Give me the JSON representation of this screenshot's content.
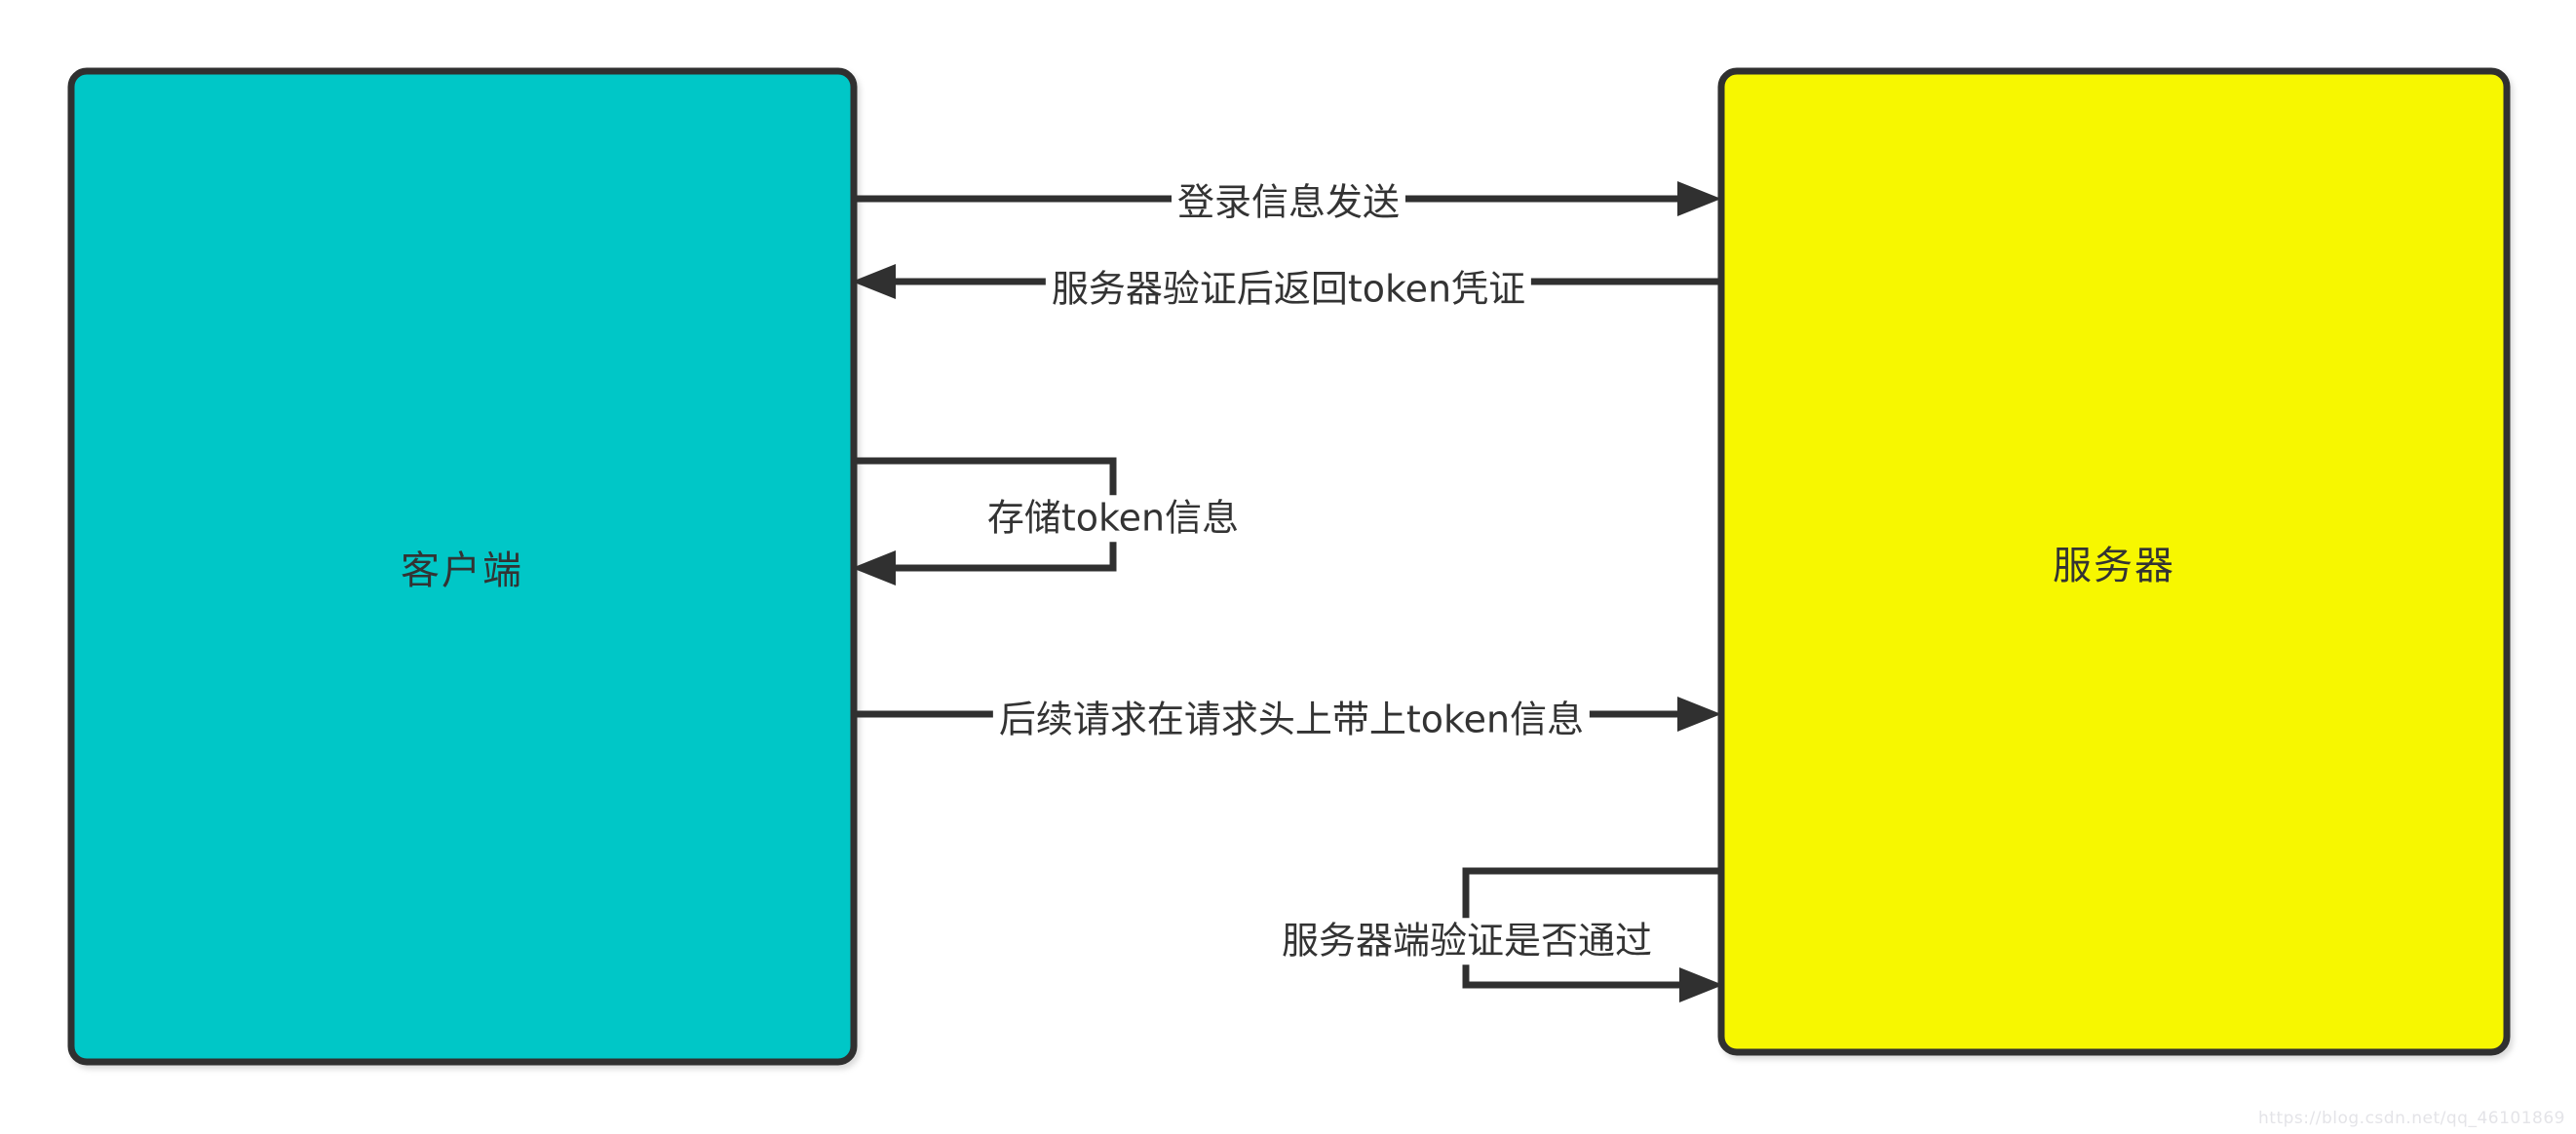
{
  "diagram": {
    "client": {
      "label": "客户端",
      "fill": "#00C7C7"
    },
    "server": {
      "label": "服务器",
      "fill": "#F7F700"
    },
    "stroke_color": "#303030",
    "arrows": [
      {
        "id": "login-send",
        "label": "登录信息发送",
        "from": "client",
        "to": "server"
      },
      {
        "id": "token-return",
        "label": "服务器验证后返回token凭证",
        "from": "server",
        "to": "client"
      },
      {
        "id": "store-token",
        "label": "存储token信息",
        "from": "client",
        "to": "client"
      },
      {
        "id": "subsequent-request",
        "label": "后续请求在请求头上带上token信息",
        "from": "client",
        "to": "server"
      },
      {
        "id": "server-verify",
        "label": "服务器端验证是否通过",
        "from": "server",
        "to": "server"
      }
    ]
  },
  "watermark": {
    "text": "https://blog.csdn.net/qq_46101869"
  }
}
